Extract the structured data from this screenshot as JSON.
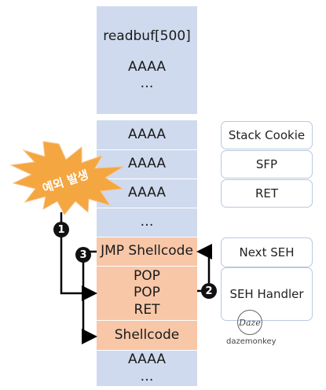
{
  "stack": {
    "top_label": "readbuf[500]",
    "top_fill": "AAAA",
    "top_dots": "…",
    "row1": "AAAA",
    "row2": "AAAA",
    "row3": "AAAA",
    "dots_mid": "…",
    "jmp": "JMP Shellcode",
    "pop1": "POP",
    "pop2": "POP",
    "ret": "RET",
    "shellcode": "Shellcode",
    "bottom_fill": "AAAA",
    "bottom_dots": "…"
  },
  "labels": {
    "cookie": "Stack Cookie",
    "sfp": "SFP",
    "ret": "RET",
    "next_seh": "Next SEH",
    "seh_handler": "SEH Handler"
  },
  "exception": "예외 발생",
  "steps": {
    "one": "1",
    "two": "2",
    "three": "3"
  },
  "watermark": {
    "logo": "Daze",
    "text": "dazemonkey"
  },
  "colors": {
    "stack_blue": "#cfdaee",
    "stack_peach": "#f7c7a8",
    "burst": "#f4a640",
    "label_border": "#b9c8e0"
  }
}
